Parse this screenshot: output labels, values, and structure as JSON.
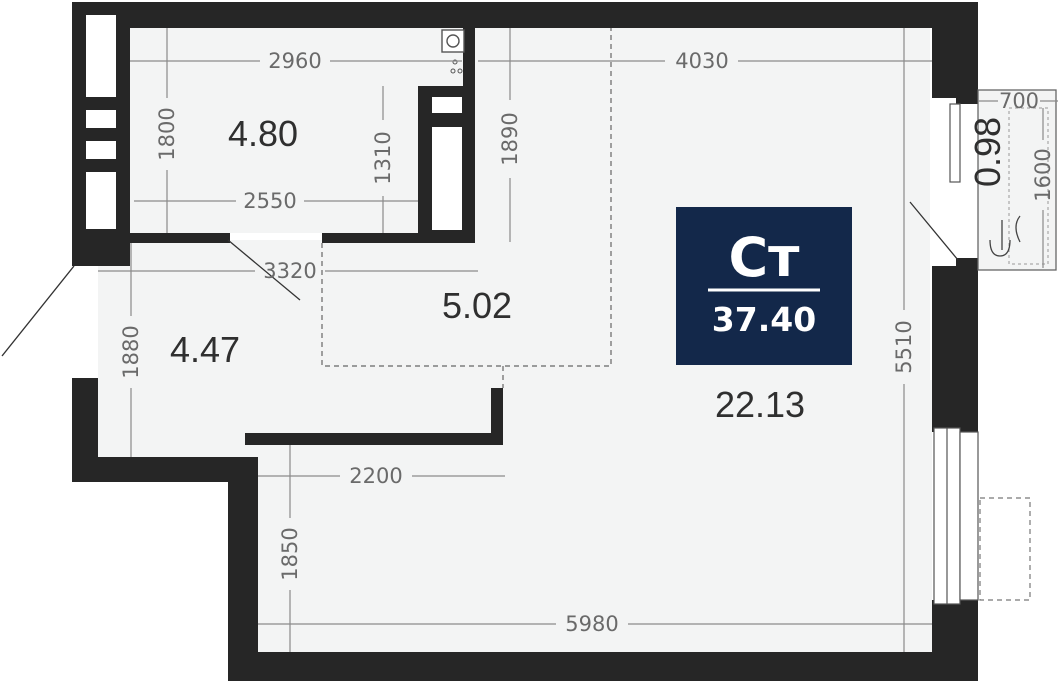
{
  "rooms": [
    {
      "id": "bathroom",
      "area": "4.80"
    },
    {
      "id": "kitchen-zone",
      "area": "5.02"
    },
    {
      "id": "hallway",
      "area": "4.47"
    },
    {
      "id": "living",
      "area": "22.13"
    },
    {
      "id": "balcony",
      "area": "0.98"
    }
  ],
  "badge": {
    "code": "Ст",
    "total": "37.40"
  },
  "dimensions": {
    "d2960": "2960",
    "d4030": "4030",
    "d1800": "1800",
    "d1310": "1310",
    "d1890": "1890",
    "d2550": "2550",
    "d3320": "3320",
    "d1880": "1880",
    "d2200": "2200",
    "d1850": "1850",
    "d5980": "5980",
    "d5510": "5510",
    "d700": "700",
    "d1600": "1600"
  },
  "colors": {
    "wall": "#262626",
    "floor": "#f3f4f4",
    "badge_bg": "#13284a",
    "badge_text": "#ffffff"
  }
}
